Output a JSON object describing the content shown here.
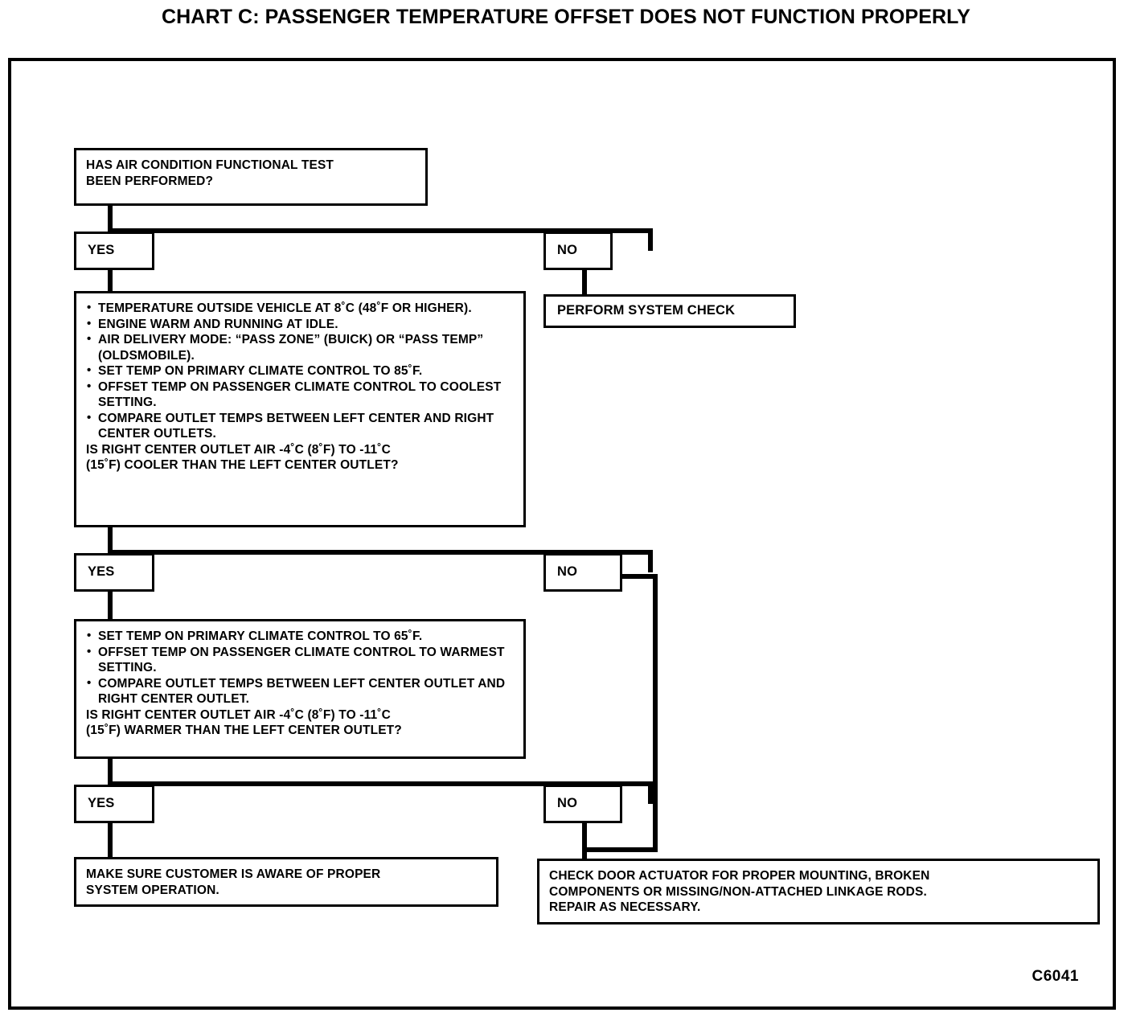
{
  "title": "CHART C: PASSENGER TEMPERATURE OFFSET DOES NOT FUNCTION PROPERLY",
  "code": "C6041",
  "nodes": {
    "q1": {
      "line1": "HAS AIR CONDITION FUNCTIONAL TEST",
      "line2": "BEEN PERFORMED?"
    },
    "q1_yes": "YES",
    "q1_no": "NO",
    "perform_system_check": "PERFORM SYSTEM CHECK",
    "q2": {
      "bullets": [
        "TEMPERATURE OUTSIDE VEHICLE AT 8˚C (48˚F OR HIGHER).",
        "ENGINE WARM AND RUNNING AT IDLE.",
        "AIR DELIVERY MODE: “PASS ZONE” (BUICK) OR “PASS TEMP” (OLDSMOBILE).",
        "SET TEMP ON PRIMARY CLIMATE CONTROL TO 85˚F.",
        "OFFSET TEMP ON PASSENGER CLIMATE CONTROL TO COOLEST SETTING.",
        "COMPARE OUTLET TEMPS BETWEEN LEFT CENTER AND RIGHT CENTER OUTLETS."
      ],
      "question_line1": "IS RIGHT CENTER OUTLET AIR -4˚C (8˚F) TO -11˚C",
      "question_line2": "(15˚F) COOLER THAN THE LEFT CENTER OUTLET?"
    },
    "q2_yes": "YES",
    "q2_no": "NO",
    "q3": {
      "bullets": [
        "SET TEMP ON PRIMARY CLIMATE CONTROL TO 65˚F.",
        "OFFSET TEMP ON PASSENGER CLIMATE CONTROL TO WARMEST SETTING.",
        "COMPARE OUTLET TEMPS BETWEEN LEFT CENTER OUTLET AND RIGHT CENTER OUTLET."
      ],
      "question_line1": "IS RIGHT CENTER OUTLET AIR -4˚C (8˚F) TO -11˚C",
      "question_line2": "(15˚F) WARMER THAN THE LEFT CENTER OUTLET?"
    },
    "q3_yes": "YES",
    "q3_no": "NO",
    "result_ok": {
      "line1": "MAKE SURE CUSTOMER IS AWARE OF PROPER",
      "line2": "SYSTEM OPERATION."
    },
    "result_check": {
      "line1": "CHECK DOOR ACTUATOR FOR PROPER MOUNTING, BROKEN",
      "line2": "COMPONENTS OR MISSING/NON-ATTACHED LINKAGE RODS.",
      "line3": "REPAIR AS NECESSARY."
    }
  },
  "colors": {
    "ink": "#000000",
    "paper": "#ffffff"
  }
}
